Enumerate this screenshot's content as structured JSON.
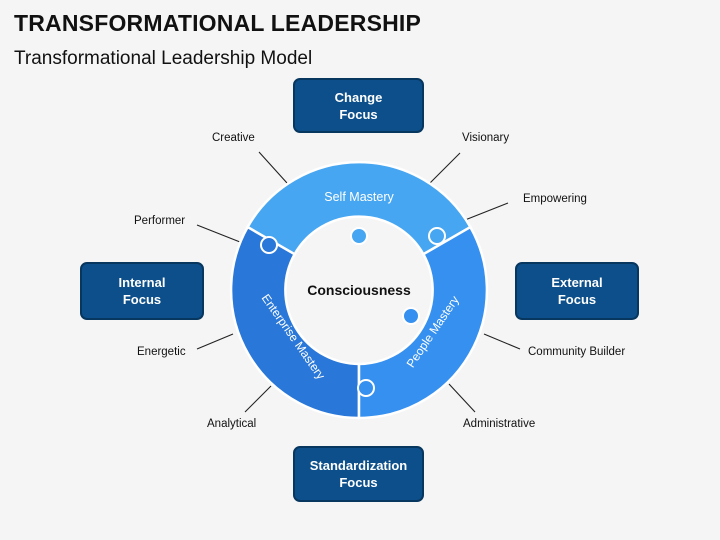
{
  "title": "TRANSFORMATIONAL LEADERSHIP",
  "subtitle": "Transformational Leadership Model",
  "boxes": {
    "change": {
      "line1": "Change",
      "line2": "Focus"
    },
    "internal": {
      "line1": "Internal",
      "line2": "Focus"
    },
    "external": {
      "line1": "External",
      "line2": "Focus"
    },
    "standardization": {
      "line1": "Standardization",
      "line2": "Focus"
    }
  },
  "center": "Consciousness",
  "segments": {
    "self": "Self Mastery",
    "enterprise": "Enterprise Mastery",
    "people": "People Mastery"
  },
  "traits": {
    "creative": "Creative",
    "visionary": "Visionary",
    "empowering": "Empowering",
    "performer": "Performer",
    "energetic": "Energetic",
    "community": "Community Builder",
    "analytical": "Analytical",
    "administrative": "Administrative"
  },
  "colors": {
    "self": "#47a6f2",
    "enterprise": "#2977d8",
    "people": "#3690f0",
    "box": "#0c4f8a"
  }
}
